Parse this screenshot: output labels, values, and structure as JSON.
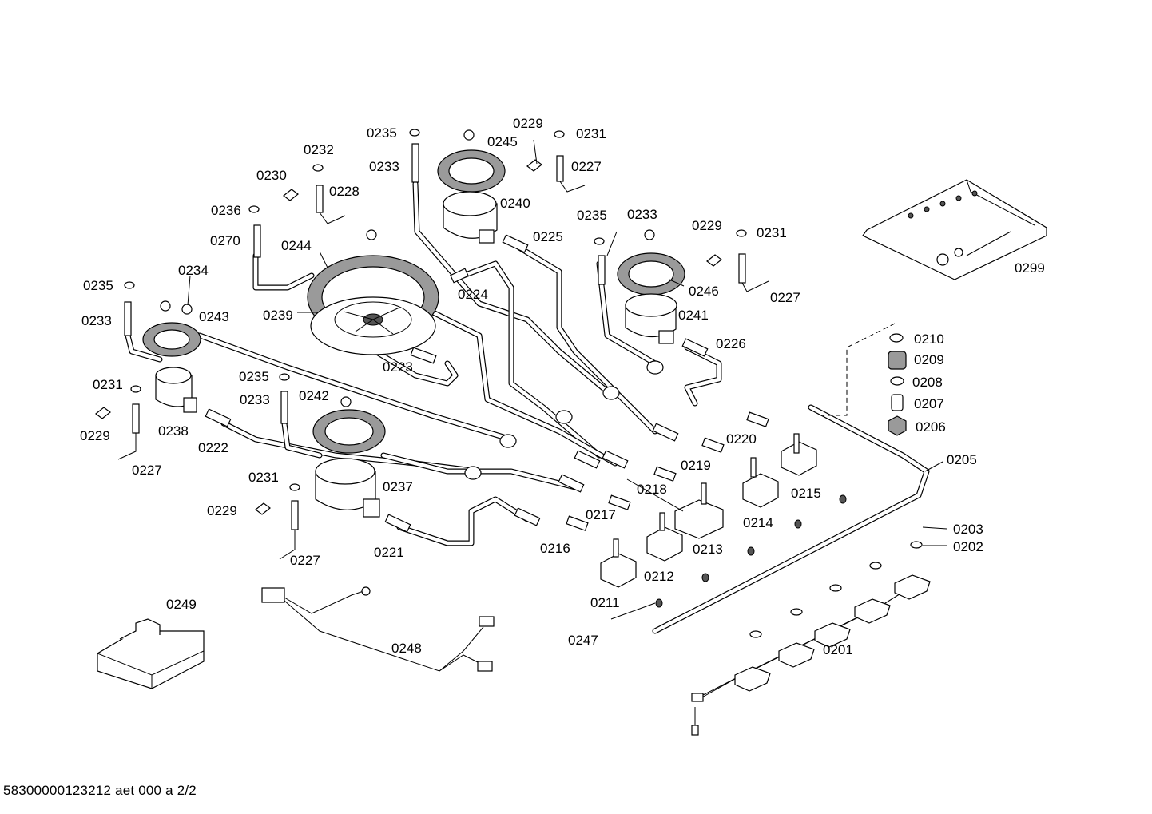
{
  "footer_text": "58300000123212 aet 000 a 2/2",
  "labels": {
    "p0201": "0201",
    "p0202": "0202",
    "p0203": "0203",
    "p0205": "0205",
    "p0206": "0206",
    "p0207": "0207",
    "p0208": "0208",
    "p0209": "0209",
    "p0210": "0210",
    "p0211": "0211",
    "p0212": "0212",
    "p0213": "0213",
    "p0214": "0214",
    "p0215": "0215",
    "p0216": "0216",
    "p0217": "0217",
    "p0218": "0218",
    "p0219": "0219",
    "p0220": "0220",
    "p0221": "0221",
    "p0222": "0222",
    "p0223": "0223",
    "p0224": "0224",
    "p0225": "0225",
    "p0226": "0226",
    "p0227": "0227",
    "p0228": "0228",
    "p0229": "0229",
    "p0230": "0230",
    "p0231": "0231",
    "p0232": "0232",
    "p0233": "0233",
    "p0234": "0234",
    "p0235": "0235",
    "p0236": "0236",
    "p0237": "0237",
    "p0238": "0238",
    "p0239": "0239",
    "p0240": "0240",
    "p0241": "0241",
    "p0242": "0242",
    "p0243": "0243",
    "p0244": "0244",
    "p0245": "0245",
    "p0246": "0246",
    "p0247": "0247",
    "p0248": "0248",
    "p0249": "0249",
    "p0270": "0270",
    "p0299": "0299"
  }
}
